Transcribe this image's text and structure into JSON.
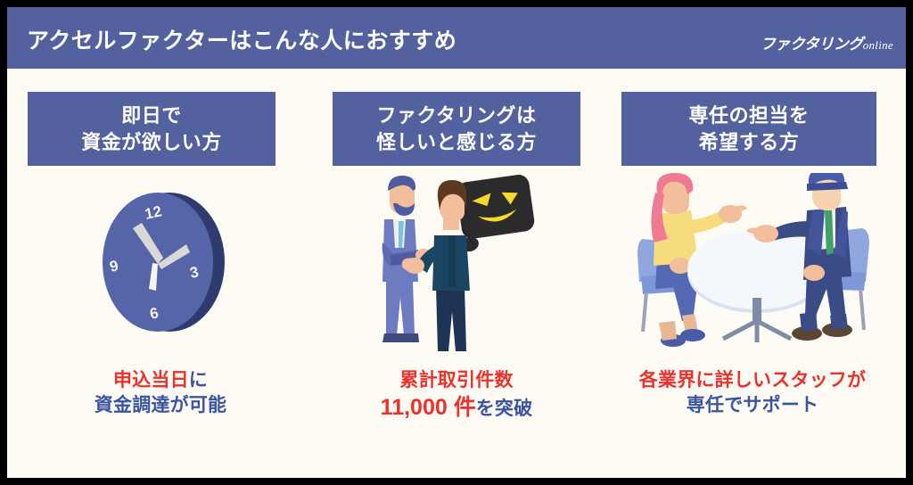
{
  "colors": {
    "header_bg": "#53619E",
    "badge_bg": "#53619E",
    "page_bg": "#FDFBF4",
    "accent_red": "#E8322B",
    "accent_blue": "#3C54A0",
    "border": "#000000"
  },
  "header": {
    "title": "アクセルファクターはこんな人におすすめ",
    "logo_main": "ファクタリング",
    "logo_sub": "online"
  },
  "columns": [
    {
      "badge": {
        "line1": "即日で",
        "line2": "資金が欲しい方"
      },
      "illustration": "wall-clock-icon",
      "caption": {
        "line1_red": "申込当日",
        "line1_blue": "に",
        "line2_blue": "資金調達が可能"
      }
    },
    {
      "badge": {
        "line1": "ファクタリングは",
        "line2": "怪しいと感じる方"
      },
      "illustration": "two-businessmen-suspicion-icon",
      "caption": {
        "line1_red": "累計取引件数",
        "line2_red": "11,000 件",
        "line2_blue": "を突破"
      }
    },
    {
      "badge": {
        "line1": "専任の担当を",
        "line2": "希望する方"
      },
      "illustration": "consultation-meeting-icon",
      "caption": {
        "line1_red": "各業界に詳しいスタッフが",
        "line2_blue": "専任でサポート"
      }
    }
  ]
}
